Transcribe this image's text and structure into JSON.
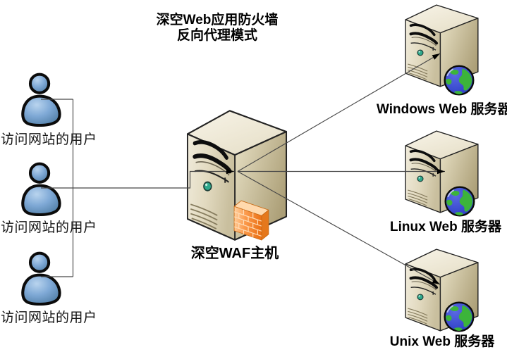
{
  "title": {
    "line1": "深空Web应用防火墙",
    "line2": "反向代理模式"
  },
  "users": [
    {
      "label": "访问网站的用户"
    },
    {
      "label": "访问网站的用户"
    },
    {
      "label": "访问网站的用户"
    }
  ],
  "waf": {
    "label": "深空WAF主机"
  },
  "servers": [
    {
      "label": "Windows Web 服务器"
    },
    {
      "label": "Linux Web 服务器"
    },
    {
      "label": "Unix Web 服务器"
    }
  ],
  "icons": {
    "user": "person-icon",
    "waf_host": "server-tower-icon",
    "waf_firewall": "firewall-brick-icon",
    "web_server": "server-tower-icon",
    "web_globe": "globe-icon"
  },
  "colors": {
    "background": "#ffffff",
    "text": "#000000",
    "connector_line": "#474747",
    "arrowhead": "#000000",
    "user_blue": "#7fa9d6",
    "server_beige": "#e2dac0",
    "firewall_orange": "#f08030",
    "globe_ocean": "#2b3ed2",
    "globe_land": "#3cb43a",
    "led_teal": "#2fa98c"
  }
}
